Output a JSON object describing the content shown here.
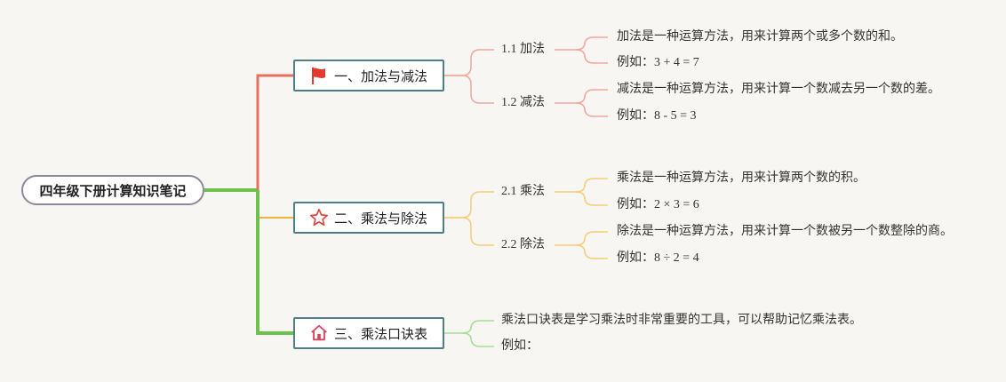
{
  "root": {
    "title": "四年级下册计算知识笔记"
  },
  "branches": [
    {
      "label": "一、加法与减法",
      "icon": "red-flag-icon",
      "color": "#e8705f",
      "subs": [
        {
          "label": "1.1 加法",
          "details": [
            "加法是一种运算方法，用来计算两个或多个数的和。",
            "例如：3 + 4 = 7"
          ]
        },
        {
          "label": "1.2 减法",
          "details": [
            "减法是一种运算方法，用来计算一个数减去另一个数的差。",
            "例如：8 - 5 = 3"
          ]
        }
      ]
    },
    {
      "label": "二、乘法与除法",
      "icon": "star-outline-icon",
      "color": "#f0b43c",
      "subs": [
        {
          "label": "2.1 乘法",
          "details": [
            "乘法是一种运算方法，用来计算两个数的积。",
            "例如：2 × 3 = 6"
          ]
        },
        {
          "label": "2.2 除法",
          "details": [
            "除法是一种运算方法，用来计算一个数被另一个数整除的商。",
            "例如：8 ÷ 2 = 4"
          ]
        }
      ]
    },
    {
      "label": "三、乘法口诀表",
      "icon": "house-icon",
      "color": "#7cc76a",
      "details": [
        "乘法口诀表是学习乘法时非常重要的工具，可以帮助记忆乘法表。",
        "例如："
      ]
    }
  ],
  "colors": {
    "root_connector": "#6cc24a",
    "branch_border": "#4f7f84",
    "red_branch": "#e8705f",
    "yellow_branch": "#f0b43c",
    "green_branch": "#7cc76a",
    "flag_red": "#e23b2e",
    "star_red": "#e0453a",
    "house_red": "#d9455b"
  }
}
